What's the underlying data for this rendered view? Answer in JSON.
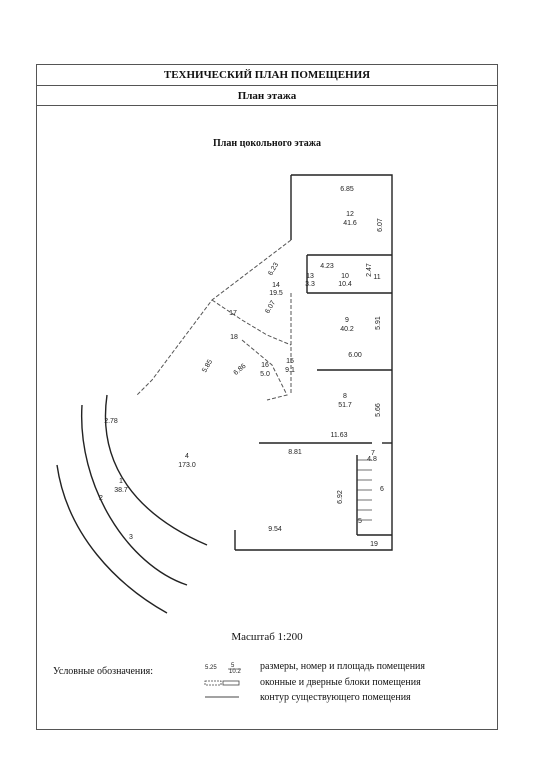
{
  "header": {
    "title": "ТЕХНИЧЕСКИЙ ПЛАН ПОМЕЩЕНИЯ",
    "subtitle": "План этажа"
  },
  "plan": {
    "title": "План цокольного этажа",
    "dimensions": [
      "6.85",
      "6.07",
      "4.23",
      "2.47",
      "6.23",
      "6.07",
      "5.91",
      "6.00",
      "5.85",
      "6.86",
      "5.66",
      "2.78",
      "11.63",
      "8.81",
      "6.92",
      "4.8",
      "9.54"
    ],
    "rooms": [
      {
        "number": "12",
        "area": "41.6"
      },
      {
        "number": "13",
        "area": "3.3"
      },
      {
        "number": "10",
        "area": "10.4"
      },
      {
        "number": "11",
        "area": ""
      },
      {
        "number": "14",
        "area": "19.5"
      },
      {
        "number": "9",
        "area": "40.2"
      },
      {
        "number": "17",
        "area": ""
      },
      {
        "number": "18",
        "area": ""
      },
      {
        "number": "15",
        "area": "9.1"
      },
      {
        "number": "16",
        "area": "5.0"
      },
      {
        "number": "8",
        "area": "51.7"
      },
      {
        "number": "4",
        "area": "173.0"
      },
      {
        "number": "1",
        "area": "38.7"
      },
      {
        "number": "2",
        "area": ""
      },
      {
        "number": "3",
        "area": ""
      },
      {
        "number": "7",
        "area": ""
      },
      {
        "number": "6",
        "area": ""
      },
      {
        "number": "5",
        "area": ""
      },
      {
        "number": "19",
        "area": ""
      }
    ]
  },
  "scale": "Масштаб 1:200",
  "legend": {
    "title": "Условные обозначения:",
    "sample_dim": "5.25",
    "sample_num": "5",
    "sample_area": "10.2",
    "items": [
      "размеры, номер и площадь помещения",
      "оконные и дверные блоки помещения",
      "контур существующего помещения"
    ]
  }
}
